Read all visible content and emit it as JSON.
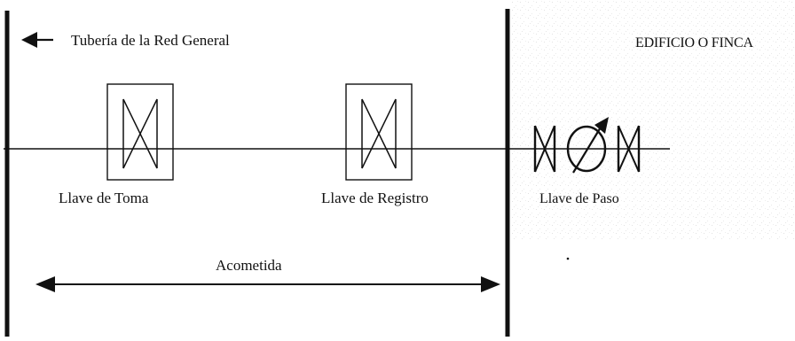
{
  "labels": {
    "main_pipe": "Tubería de la Red General",
    "building": "EDIFICIO O FINCA",
    "intake_valve": "Llave de Toma",
    "register_valve": "Llave de Registro",
    "stop_valve": "Llave de Paso",
    "service_connection": "Acometida"
  },
  "icons": {
    "intake_valve": "gate-valve-icon",
    "register_valve": "gate-valve-icon",
    "stop_valve_left": "gate-valve-icon",
    "meter": "water-meter-icon",
    "stop_valve_right": "gate-valve-icon",
    "pipe_arrow": "arrow-left-icon",
    "dimension_arrow": "double-arrow-icon"
  },
  "colors": {
    "line": "#111111",
    "building_texture": "#d6d6d6"
  }
}
